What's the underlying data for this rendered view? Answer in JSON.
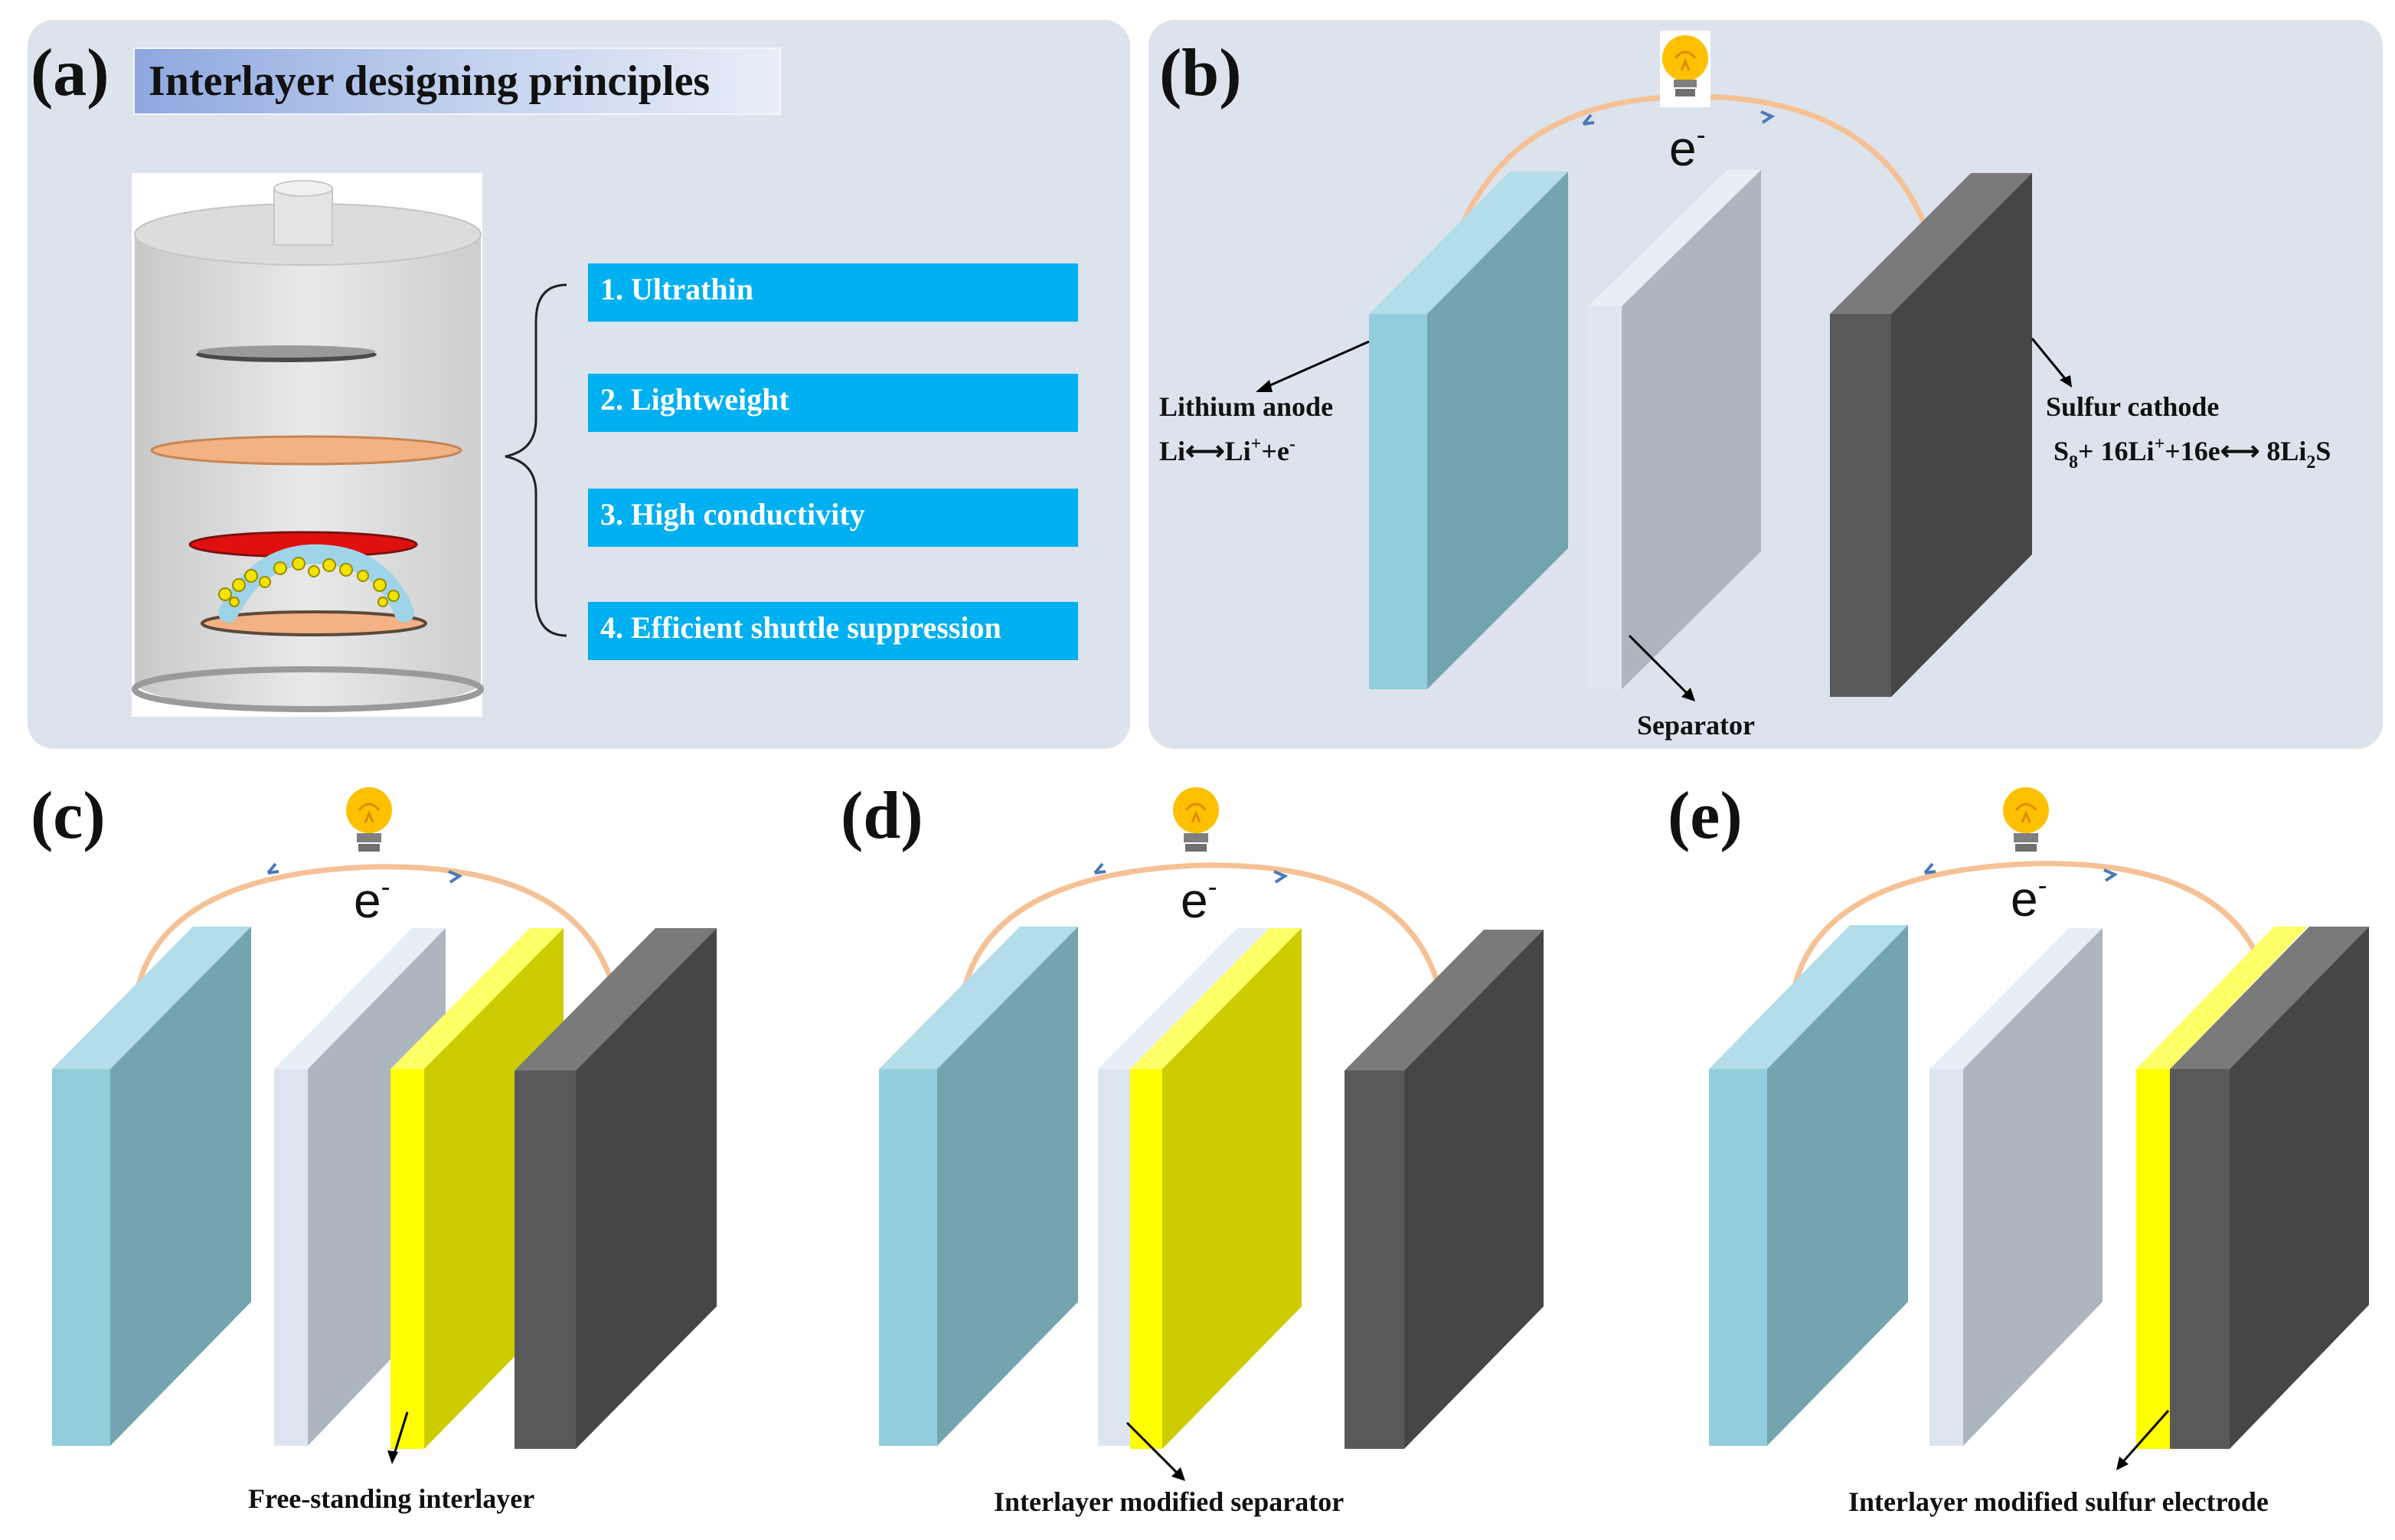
{
  "panels": {
    "a": {
      "label": "(a)",
      "title": "Interlayer designing principles",
      "principles": [
        "1. Ultrathin",
        "2. Lightweight",
        "3. High conductivity",
        "4. Efficient shuttle suppression"
      ]
    },
    "b": {
      "label": "(b)",
      "electron": "e",
      "electron_sup": "-",
      "anode_label": "Lithium anode",
      "anode_reaction": {
        "left": "Li",
        "arrow": "⟷",
        "right": "Li",
        "right_sup": "+",
        "tail": "+e",
        "tail_sup": "-"
      },
      "cathode_label": "Sulfur cathode",
      "cathode_reaction": {
        "s": "S",
        "s_sub": "8",
        "mid": "+ 16Li",
        "mid_sup": "+",
        "tail": "+16e",
        "arrow": "⟷",
        "prod": "8Li",
        "prod_sub": "2",
        "prod_end": "S"
      },
      "separator_label": "Separator"
    },
    "c": {
      "label": "(c)",
      "electron": "e",
      "electron_sup": "-",
      "caption": "Free-standing interlayer"
    },
    "d": {
      "label": "(d)",
      "electron": "e",
      "electron_sup": "-",
      "caption": "Interlayer modified separator"
    },
    "e": {
      "label": "(e)",
      "electron": "e",
      "electron_sup": "-",
      "caption": "Interlayer modified sulfur electrode"
    }
  },
  "colors": {
    "panel_bg": "#dde3ec",
    "principle_box": "#00b0f0",
    "anode_front": "#92cddc",
    "anode_side": "#74a4b0",
    "separator_front": "#dde5f0",
    "separator_side": "#adb5bf",
    "cathode_front": "#595959",
    "cathode_side": "#464646",
    "interlayer_front": "#ffff00",
    "interlayer_side": "#cccc00",
    "wire": "#f5c195",
    "bulb": "#ffc000"
  }
}
